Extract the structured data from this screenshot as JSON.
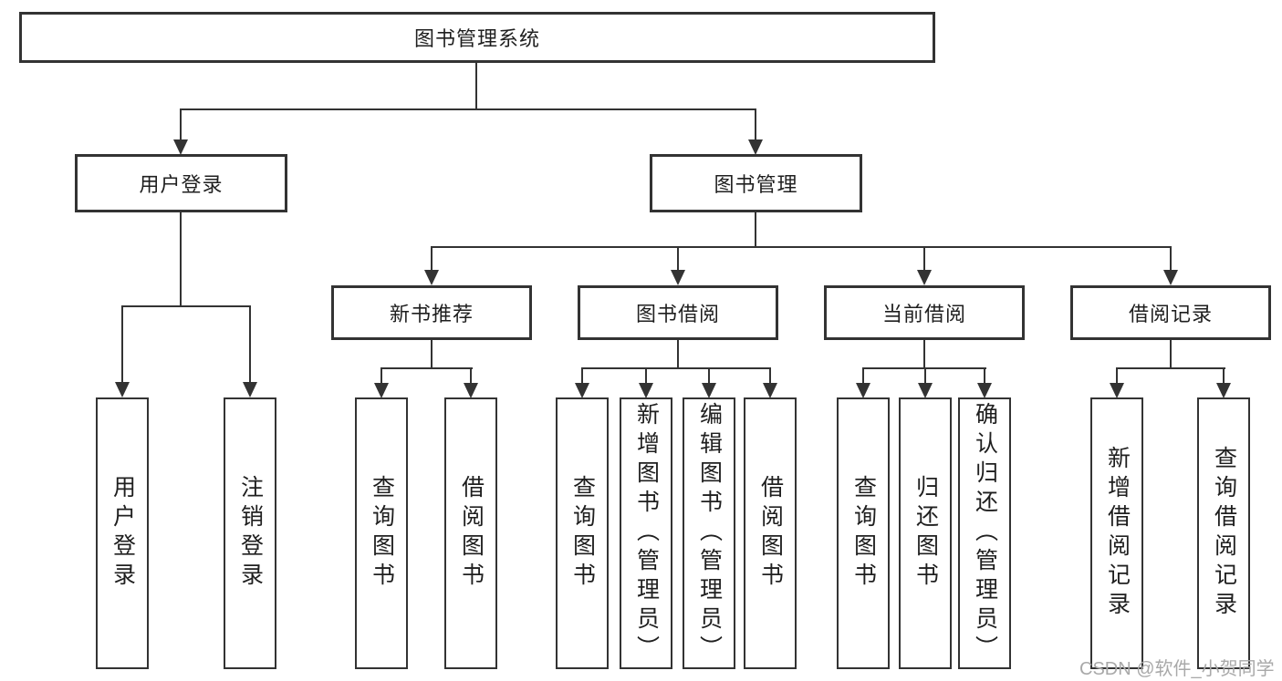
{
  "diagram": {
    "root": {
      "label": "图书管理系统"
    },
    "level2": [
      {
        "label": "用户登录",
        "children": [
          "用户登录",
          "注销登录"
        ]
      },
      {
        "label": "图书管理"
      }
    ],
    "level3": [
      {
        "label": "新书推荐",
        "children": [
          "查询图书",
          "借阅图书"
        ]
      },
      {
        "label": "图书借阅",
        "children": [
          "查询图书",
          "新增图书（管理员）",
          "编辑图书（管理员）",
          "借阅图书"
        ]
      },
      {
        "label": "当前借阅",
        "children": [
          "查询图书",
          "归还图书",
          "确认归还（管理员）"
        ]
      },
      {
        "label": "借阅记录",
        "children": [
          "新增借阅记录",
          "查询借阅记录"
        ]
      }
    ]
  },
  "watermark": "CSDN @软件_小贺同学",
  "colors": {
    "line": "#333333",
    "text": "#1f1f1f",
    "watermark": "#a9a9a9",
    "background": "#ffffff"
  }
}
